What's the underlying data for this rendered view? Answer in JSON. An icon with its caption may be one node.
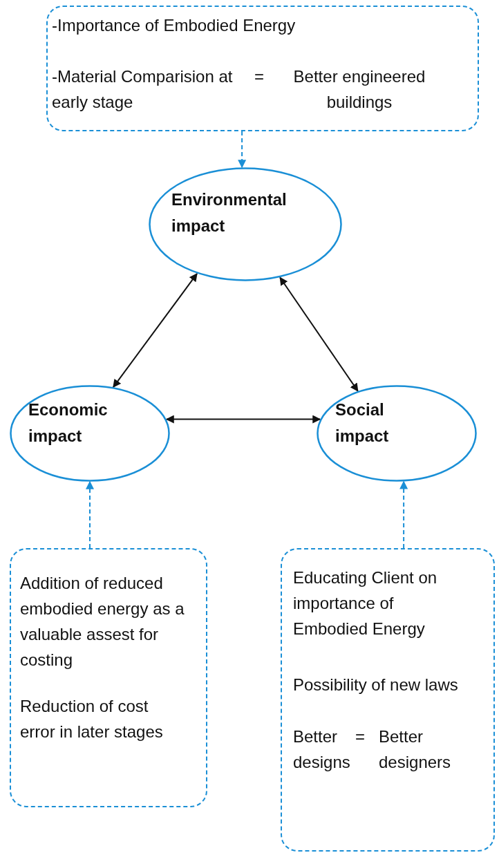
{
  "diagram": {
    "nodes": [
      {
        "text": [
          "-Importance of Embodied Energy",
          "-Material Comparision at early stage",
          "=",
          "Better engineered buildings"
        ]
      },
      {
        "text": [
          "Environmental impact"
        ]
      },
      {
        "text": [
          "Economic impact"
        ]
      },
      {
        "text": [
          "Social impact"
        ]
      },
      {
        "text": [
          "Addition of reduced embodied energy as a valuable assest for costing",
          "Reduction of cost error in later stages"
        ]
      },
      {
        "text": [
          "Educating Client on importance of Embodied Energy",
          "Possibility of new laws",
          "Better designs",
          "=",
          "Better designers"
        ]
      }
    ],
    "edges": [
      {
        "from": 0,
        "to": 1,
        "arrow": "to",
        "style": "dashed",
        "color": "#1a8fd6"
      },
      {
        "from": 1,
        "to": 2,
        "arrow": "both",
        "color": "#111111"
      },
      {
        "from": 1,
        "to": 3,
        "arrow": "both",
        "color": "#111111"
      },
      {
        "from": 2,
        "to": 3,
        "arrow": "both",
        "color": "#111111"
      },
      {
        "from": 4,
        "to": 2,
        "arrow": "to",
        "style": "dashed",
        "color": "#1a8fd6"
      },
      {
        "from": 5,
        "to": 3,
        "arrow": "to",
        "style": "dashed",
        "color": "#1a8fd6"
      }
    ]
  }
}
